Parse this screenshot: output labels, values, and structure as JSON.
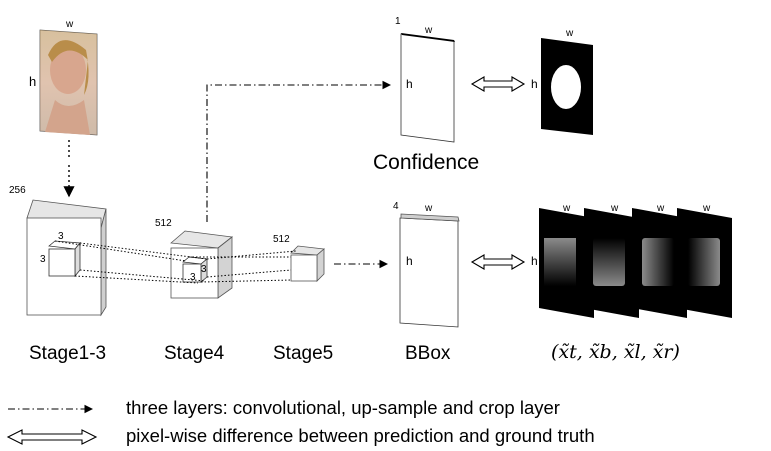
{
  "dims": {
    "w": "w",
    "h": "h"
  },
  "photo": {
    "channel_label": ""
  },
  "stages": {
    "stage13": {
      "label": "Stage1-3",
      "channels": "256",
      "kernel": "3"
    },
    "stage4": {
      "label": "Stage4",
      "channels": "512",
      "kernel": "3"
    },
    "stage5": {
      "label": "Stage5",
      "channels": "512"
    }
  },
  "outputs": {
    "confidence": {
      "label": "Confidence",
      "channels": "1"
    },
    "bbox": {
      "label": "BBox",
      "channels": "4"
    },
    "targets": {
      "label": "(x̃t, x̃b, x̃l, x̃r)"
    }
  },
  "legend": {
    "dashdot": "three layers: convolutional, up-sample and crop layer",
    "double_arrow": "pixel-wise difference between prediction and ground truth"
  }
}
